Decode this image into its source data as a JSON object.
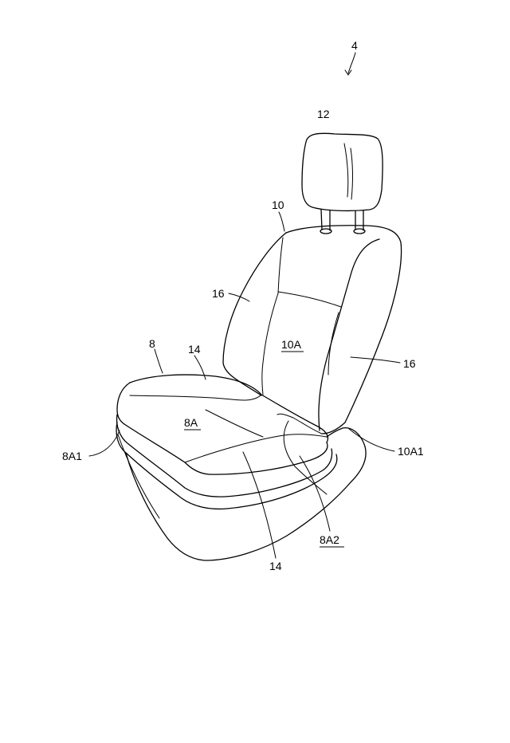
{
  "labels": {
    "figure_ref": "4",
    "headrest": "12",
    "seatback": "10",
    "side_support_left": "16",
    "side_support_right": "16",
    "seatback_face": "10A",
    "cushion": "8",
    "cushion_side_top": "14",
    "cushion_face": "8A",
    "cushion_edge": "8A1",
    "seatback_edge": "10A1",
    "cushion_rear_edge": "8A2",
    "cushion_side_bottom": "14"
  }
}
